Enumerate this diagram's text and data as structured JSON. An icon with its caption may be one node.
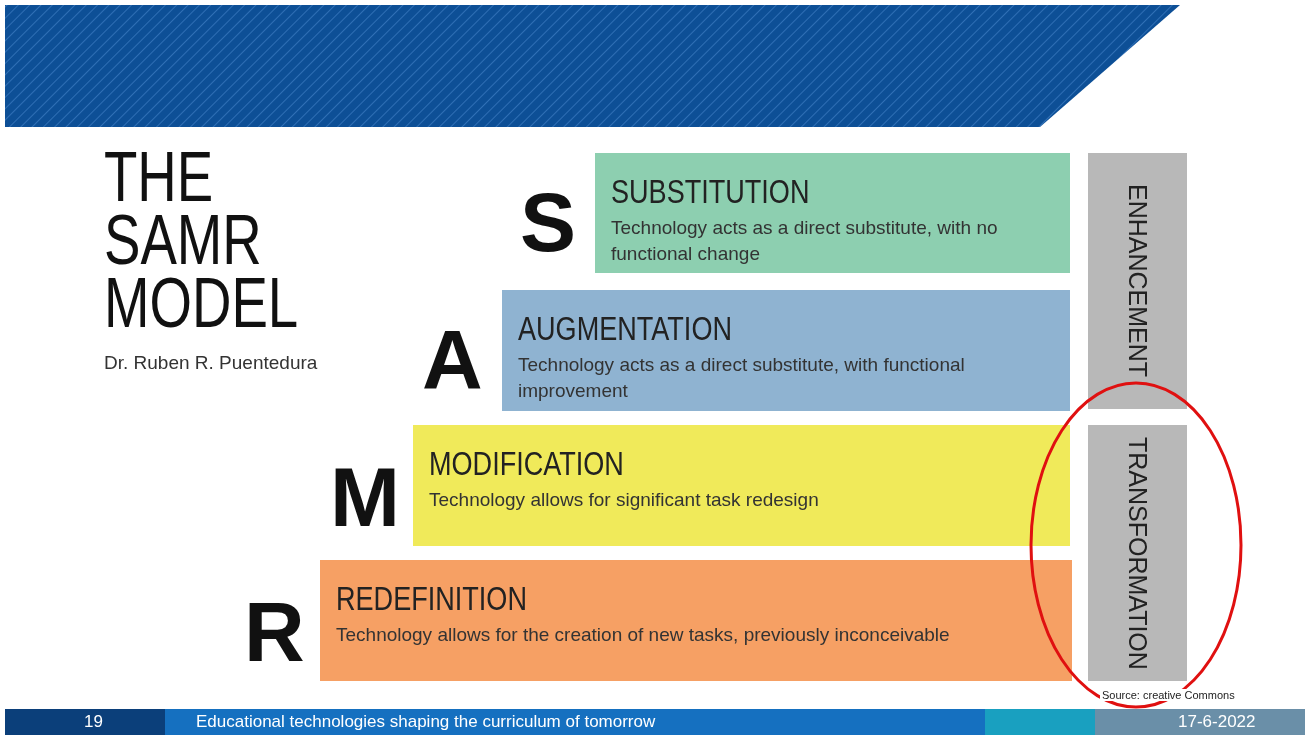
{
  "diagram": {
    "title": "THE SAMR MODEL",
    "nodes": [
      {
        "text": [
          "SUBSTITUTION",
          "Technology acts as a direct substitute, with no functional change"
        ],
        "beside": [
          "S"
        ]
      },
      {
        "text": [
          "AUGMENTATION",
          "Technology acts as a direct substitute, with functional improvement"
        ],
        "beside": [
          "A"
        ]
      },
      {
        "text": [
          "MODIFICATION",
          "Technology allows for significant task redesign"
        ],
        "beside": [
          "M"
        ]
      },
      {
        "text": [
          "REDEFINITION",
          "Technology allows for the creation of new tasks, previously inconceivable"
        ],
        "beside": [
          "R"
        ]
      },
      {
        "text": [
          "ENHANCEMENT"
        ]
      },
      {
        "text": [
          "TRANSFORMATION"
        ]
      }
    ],
    "labels": [
      "Dr. Ruben R. Puentedura",
      "Source: creative Commons",
      "19",
      "Educational technologies shaping the curriculum of tomorrow",
      "17-6-2022"
    ]
  }
}
